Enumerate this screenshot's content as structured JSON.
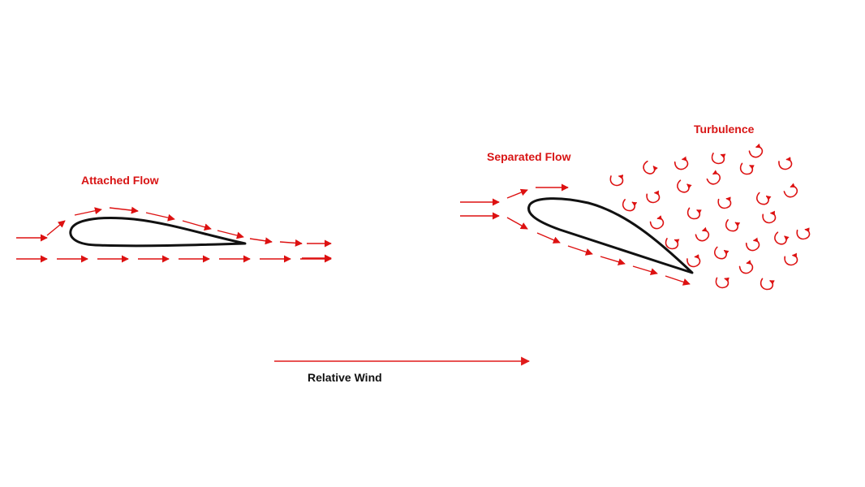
{
  "labels": {
    "attached_flow": "Attached Flow",
    "separated_flow": "Separated Flow",
    "turbulence": "Turbulence",
    "relative_wind": "Relative Wind"
  },
  "colors": {
    "flow": "#dd1111",
    "airfoil": "#111111",
    "wind": "#e01a1a",
    "label_flow": "#d81515",
    "label_wind": "#111111"
  }
}
